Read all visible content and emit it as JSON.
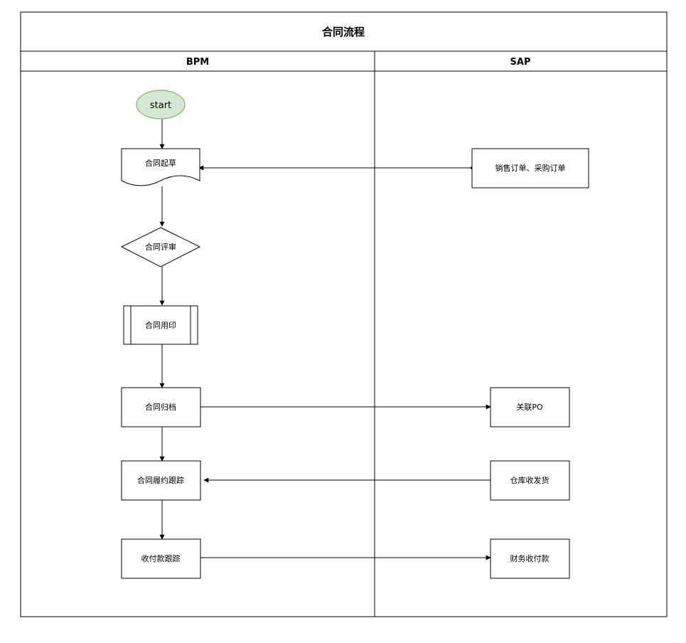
{
  "diagram": {
    "title": "合同流程",
    "lanes": [
      {
        "label": "BPM"
      },
      {
        "label": "SAP"
      }
    ],
    "nodes": {
      "start": "start",
      "draft": "合同起草",
      "review": "合同评审",
      "seal": "合同用印",
      "archive": "合同归档",
      "tracking": "合同履约跟踪",
      "payment": "收付款跟踪",
      "orders": "销售订单、采购订单",
      "po": "关联PO",
      "warehouse": "仓库收发货",
      "finance": "财务收付款"
    },
    "colors": {
      "start_fill": "#d5e8d4",
      "start_stroke": "#82b366",
      "line": "#000000"
    }
  }
}
